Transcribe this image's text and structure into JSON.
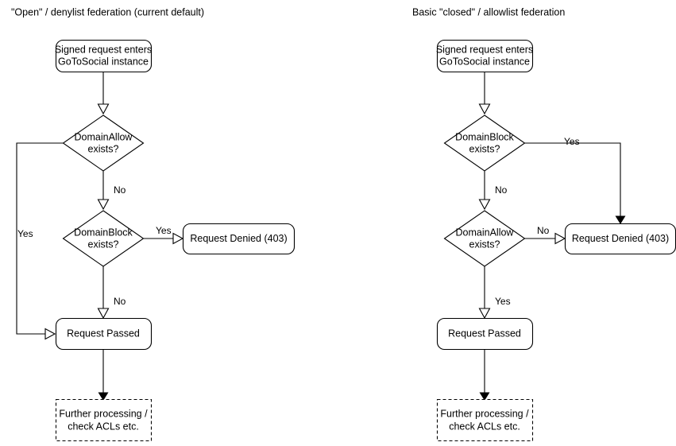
{
  "columns": [
    {
      "id": "open-denylist",
      "title": "\"Open\" / denylist federation (current default)",
      "nodes": {
        "entry": {
          "line1": "Signed request enters",
          "line2": "GoToSocial instance"
        },
        "decision1": {
          "line1": "DomainAllow",
          "line2": "exists?"
        },
        "decision2": {
          "line1": "DomainBlock",
          "line2": "exists?"
        },
        "denied": {
          "label": "Request Denied (403)"
        },
        "passed": {
          "label": "Request Passed"
        },
        "further": {
          "line1": "Further processing /",
          "line2": "check ACLs etc."
        }
      },
      "edge_labels": {
        "allow_yes": "Yes",
        "allow_no": "No",
        "block_yes": "Yes",
        "block_no": "No"
      }
    },
    {
      "id": "closed-allowlist",
      "title": "Basic \"closed\" / allowlist federation",
      "nodes": {
        "entry": {
          "line1": "Signed request enters",
          "line2": "GoToSocial instance"
        },
        "decision1": {
          "line1": "DomainBlock",
          "line2": "exists?"
        },
        "decision2": {
          "line1": "DomainAllow",
          "line2": "exists?"
        },
        "denied": {
          "label": "Request Denied (403)"
        },
        "passed": {
          "label": "Request Passed"
        },
        "further": {
          "line1": "Further processing /",
          "line2": "check ACLs etc."
        }
      },
      "edge_labels": {
        "block_yes": "Yes",
        "block_no": "No",
        "allow_no": "No",
        "allow_yes": "Yes"
      }
    }
  ],
  "style": {
    "stroke_color": "#000000",
    "fill_color": "#ffffff",
    "background": "#ffffff"
  }
}
